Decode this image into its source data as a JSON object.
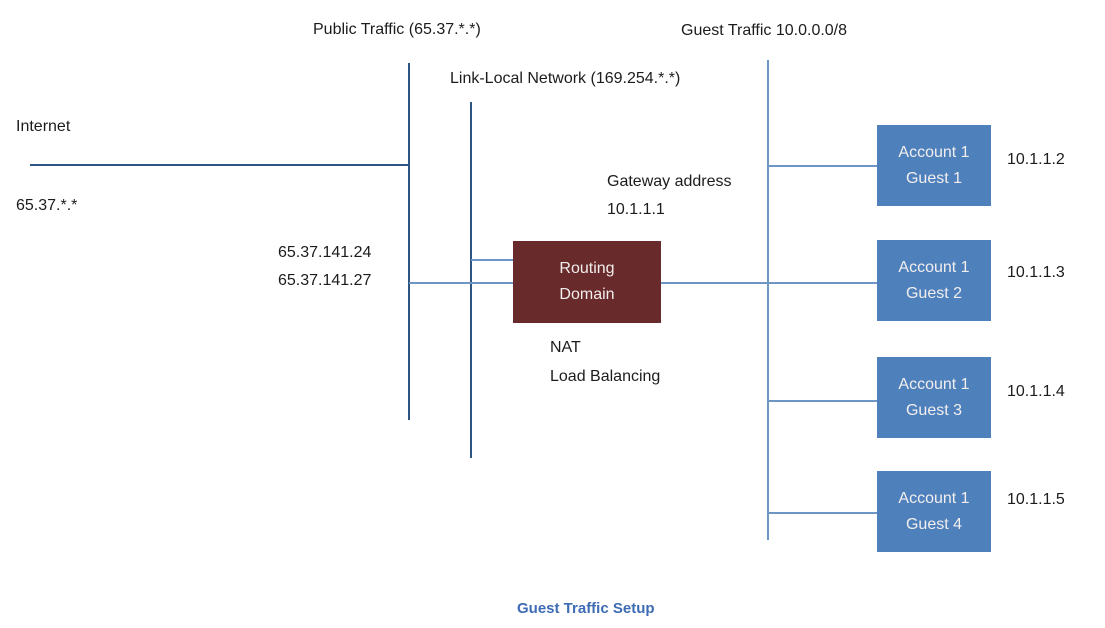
{
  "diagram": {
    "caption": "Guest Traffic Setup",
    "labels": {
      "public_traffic": "Public Traffic (65.37.*.*)",
      "guest_traffic": "Guest Traffic 10.0.0.0/8",
      "link_local": "Link-Local Network (169.254.*.*)",
      "internet": "Internet",
      "internet_ip": "65.37.*.*",
      "public_ip_1": "65.37.141.24",
      "public_ip_2": "65.37.141.27",
      "gateway_label": "Gateway address",
      "gateway_ip": "10.1.1.1",
      "nat": "NAT",
      "load_balancing": "Load Balancing"
    },
    "routing_domain": {
      "line1": "Routing",
      "line2": "Domain"
    },
    "guests": [
      {
        "account": "Account 1",
        "guest": "Guest 1",
        "ip": "10.1.1.2"
      },
      {
        "account": "Account 1",
        "guest": "Guest 2",
        "ip": "10.1.1.3"
      },
      {
        "account": "Account 1",
        "guest": "Guest 3",
        "ip": "10.1.1.4"
      },
      {
        "account": "Account 1",
        "guest": "Guest 4",
        "ip": "10.1.1.5"
      }
    ],
    "colors": {
      "dark_line": "#2e5483",
      "light_line": "#6e96c4",
      "routing_box_fill": "#682a2a",
      "guest_box_fill": "#4e80bc",
      "box_text": "#f2eeee",
      "caption_text": "#3e6cb4",
      "label_text": "#1c1c1c"
    }
  }
}
